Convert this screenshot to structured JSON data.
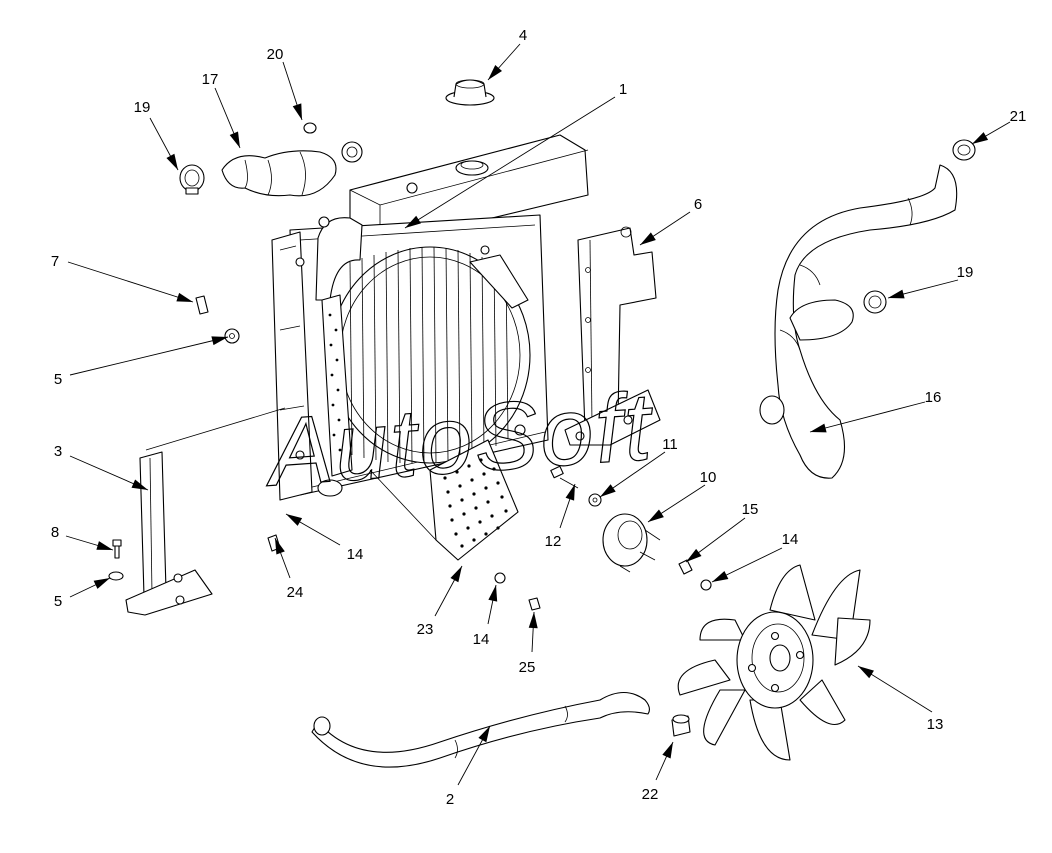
{
  "watermark": "AutoSoft",
  "callouts": [
    {
      "id": "c1",
      "label": "1"
    },
    {
      "id": "c2",
      "label": "2"
    },
    {
      "id": "c3",
      "label": "3"
    },
    {
      "id": "c4",
      "label": "4"
    },
    {
      "id": "c5a",
      "label": "5"
    },
    {
      "id": "c5b",
      "label": "5"
    },
    {
      "id": "c6",
      "label": "6"
    },
    {
      "id": "c7",
      "label": "7"
    },
    {
      "id": "c8",
      "label": "8"
    },
    {
      "id": "c10",
      "label": "10"
    },
    {
      "id": "c11",
      "label": "11"
    },
    {
      "id": "c12",
      "label": "12"
    },
    {
      "id": "c13",
      "label": "13"
    },
    {
      "id": "c14a",
      "label": "14"
    },
    {
      "id": "c14b",
      "label": "14"
    },
    {
      "id": "c14c",
      "label": "14"
    },
    {
      "id": "c15",
      "label": "15"
    },
    {
      "id": "c16",
      "label": "16"
    },
    {
      "id": "c17",
      "label": "17"
    },
    {
      "id": "c19a",
      "label": "19"
    },
    {
      "id": "c19b",
      "label": "19"
    },
    {
      "id": "c20",
      "label": "20"
    },
    {
      "id": "c21",
      "label": "21"
    },
    {
      "id": "c22",
      "label": "22"
    },
    {
      "id": "c23",
      "label": "23"
    },
    {
      "id": "c24",
      "label": "24"
    },
    {
      "id": "c25",
      "label": "25"
    }
  ]
}
